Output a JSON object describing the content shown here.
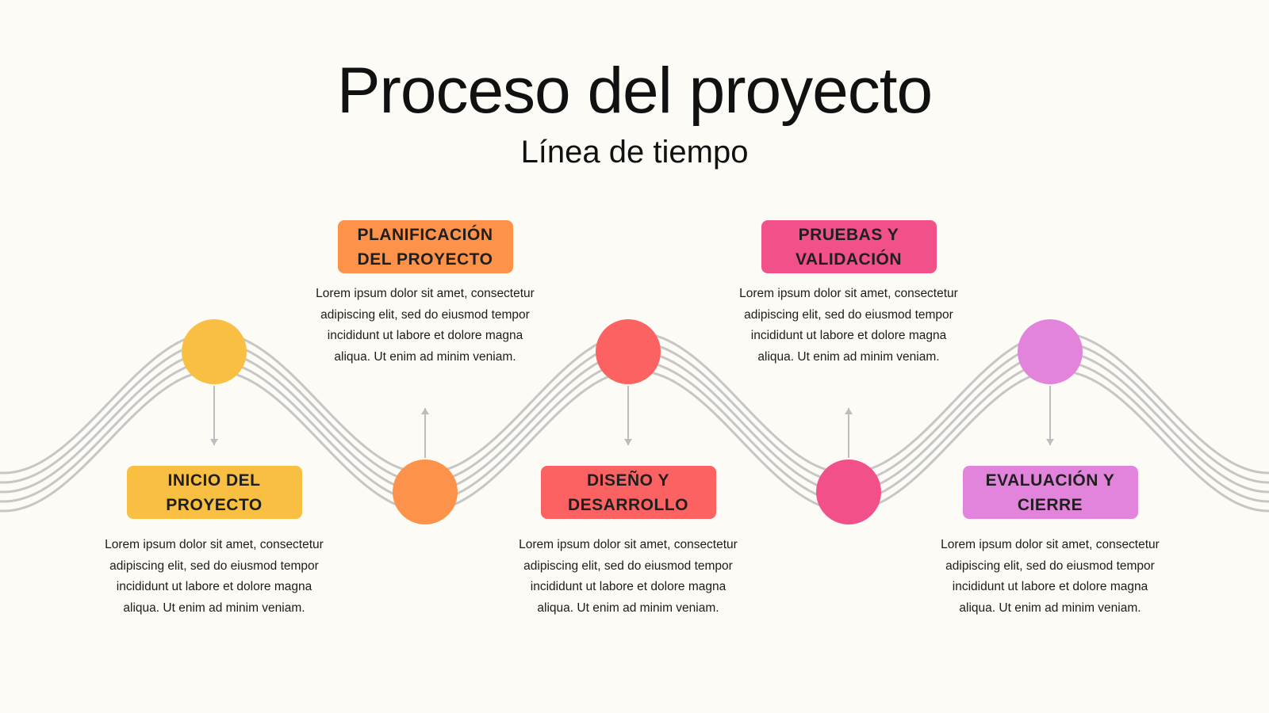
{
  "title": "Proceso del proyecto",
  "subtitle": "Línea de tiempo",
  "colors": {
    "background": "#fdfbf5",
    "wave": "#c6c6c6",
    "arrow": "#bdbdbd"
  },
  "steps": [
    {
      "label": "INICIO DEL PROYECTO",
      "text": "Lorem ipsum dolor sit amet, consectetur adipiscing elit, sed do eiusmod tempor incididunt ut labore et dolore magna aliqua. Ut enim ad minim veniam.",
      "color": "#f9bf42",
      "position": "top"
    },
    {
      "label": "PLANIFICACIÓN DEL PROYECTO",
      "text": "Lorem ipsum dolor sit amet, consectetur adipiscing elit, sed do eiusmod tempor incididunt ut labore et dolore magna aliqua. Ut enim ad minim veniam.",
      "color": "#fd934a",
      "position": "bottom"
    },
    {
      "label": "DISEÑO Y DESARROLLO",
      "text": "Lorem ipsum dolor sit amet, consectetur adipiscing elit, sed do eiusmod tempor incididunt ut labore et dolore magna aliqua. Ut enim ad minim veniam.",
      "color": "#fd6262",
      "position": "top"
    },
    {
      "label": "PRUEBAS Y VALIDACIÓN",
      "text": "Lorem ipsum dolor sit amet, consectetur adipiscing elit, sed do eiusmod tempor incididunt ut labore et dolore magna aliqua. Ut enim ad minim veniam.",
      "color": "#f2508a",
      "position": "bottom"
    },
    {
      "label": "EVALUACIÓN Y CIERRE",
      "text": "Lorem ipsum dolor sit amet, consectetur adipiscing elit, sed do eiusmod tempor incididunt ut labore et dolore magna aliqua. Ut enim ad minim veniam.",
      "color": "#e283dc",
      "position": "top"
    }
  ]
}
